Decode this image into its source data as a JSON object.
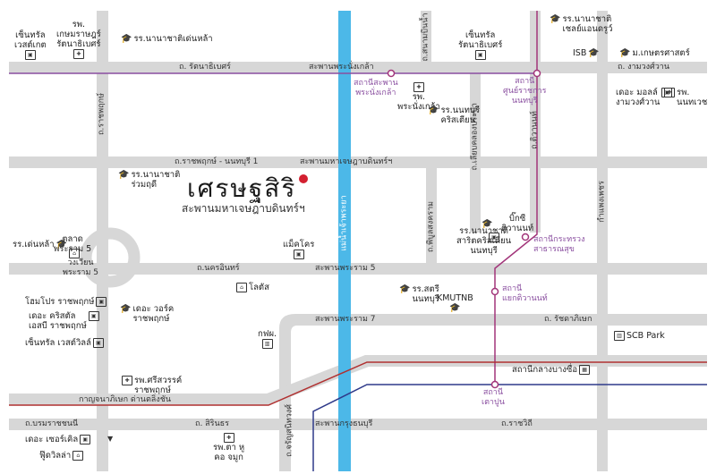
{
  "brand": {
    "name": "เศรษฐสิริ",
    "subtitle": "สะพานมหาเจษฎาบดินทร์ฯ",
    "dot_color": "#d32030"
  },
  "colors": {
    "road": "#d7d7d7",
    "river": "#4cb8e8",
    "purple_line": "#8a4fa0",
    "pink_line": "#a2357a",
    "red_line": "#b03030",
    "blue_line": "#2f3a8a"
  },
  "roads": {
    "rattanathibet": "ถ. รัตนาธิเบศร์",
    "phra_nang_klao_bridge": "สะพานพระนั่งเกล้า",
    "ngamwongwan": "ถ. งามวงศ์วาน",
    "ratchaphruek_nonthaburi1": "ถ.ราชพฤกษ์ - นนทบุรี 1",
    "maha_chesadabodin_bridge": "สะพานมหาเจษฎาบดินทร์ฯ",
    "nakhon_in": "ถ.นครอินทร์",
    "rama5_bridge": "สะพานพระราม 5",
    "rama7_bridge": "สะพานพระราม 7",
    "ratchadaphisek": "ถ. รัชดาภิเษก",
    "kanchanaphisek": "กาญจนาภิเษก ด่านตลิ่งชัน",
    "borommaratchachonnani": "ถ.บรมราชชนนี",
    "sirinthorn": "ถ. สิรินธร",
    "krungthon_bridge": "สะพานกรุงธนบุรี",
    "ratchawithi": "ถ.ราชวิถี",
    "ratchaphruek": "ถ.ราชพฤกษ์",
    "sanambinnam": "ถ.สนามบินน้ำ",
    "liap_khlong_prapa": "ถ.เลียบคลองประปา",
    "phibunsongkhram": "ถ.พิบูลสงคราม",
    "tiwanon": "ถ.ติวานนท์",
    "kamphaeng_phet": "กำแพงเพชร",
    "charan": "ถ.จรัญสนิทวงศ์",
    "rama5_circle": "วงเวียน\nพระราม 5",
    "chao_phraya_river": "แม่น้ำเจ้าพระยา"
  },
  "stations": {
    "phra_nang_klao": "สถานีสะพาน\nพระนั่งเกล้า",
    "govt_center_nonthaburi": "สถานี\nศูนย์ราชการ\nนนทบุรี",
    "ministry_of_health": "สถานีกระทรวง\nสาธารณสุข",
    "khae_tiwanon": "สถานี\nแยกติวานนท์",
    "bang_sue_central": "สถานีกลางบางซื่อ",
    "tao_poon": "สถานี\nเตาปูน"
  },
  "pois": [
    {
      "id": "central-westgate",
      "label": "เซ็นทรัล\nเวสต์เกต",
      "icon": "mall"
    },
    {
      "id": "kasemrad",
      "label": "รพ.\nเกษมราษฎร์\nรัตนาธิเบศร์",
      "icon": "hospital"
    },
    {
      "id": "nanachat-denla-top",
      "label": "รร.นานาชาติเด่นหล้า",
      "icon": "school"
    },
    {
      "id": "central-rattanathibet",
      "label": "เซ็นทรัล\nรัตนาธิเบศร์",
      "icon": "mall"
    },
    {
      "id": "shrewsbury",
      "label": "รร.นานาชาติ\nเชลย์แอนดรูว์",
      "icon": "school"
    },
    {
      "id": "kasetsart",
      "label": "ม.เกษตรศาสตร์",
      "icon": "school"
    },
    {
      "id": "isb",
      "label": "ISB",
      "icon": "school"
    },
    {
      "id": "mall-ngamwongwan",
      "label": "เดอะ มอลล์\nงามวงศ์วาน",
      "icon": "mall"
    },
    {
      "id": "nonthavej",
      "label": "รพ.\nนนทเวช",
      "icon": "hospital"
    },
    {
      "id": "phranangklao-hosp",
      "label": "รพ.\nพระนั่งเกล้า",
      "icon": "hospital"
    },
    {
      "id": "nonthaburi-christian",
      "label": "รร.นนทบุรี\nคริสเตียน",
      "icon": "school"
    },
    {
      "id": "ruamrudee",
      "label": "รร.นานาชาติ\nร่วมฤดี",
      "icon": "school"
    },
    {
      "id": "sarasas",
      "label": "รร.นานาชาติ\nสาริตคริสเตียน\nนนทบุรี",
      "icon": "school"
    },
    {
      "id": "big-c-tiwanon",
      "label": "บิ๊กซี\nติวานนท์",
      "icon": "mall"
    },
    {
      "id": "denla-left",
      "label": "รร.เด่นหล้า",
      "icon": "school"
    },
    {
      "id": "talad-rama5",
      "label": "ตลาด\nพระราม 5",
      "icon": "market"
    },
    {
      "id": "makro",
      "label": "แม็คโคร",
      "icon": "mall"
    },
    {
      "id": "lotus",
      "label": "โลตัส",
      "icon": "market"
    },
    {
      "id": "homepro",
      "label": "โฮมโปร ราชพฤกษ์",
      "icon": "mall"
    },
    {
      "id": "crystal",
      "label": "เดอะ คริสตัล\nเอสบี ราชพฤกษ์",
      "icon": "mall"
    },
    {
      "id": "world-ratchaphruek",
      "label": "เดอะ วอร์ค\nราชพฤกษ์",
      "icon": "school"
    },
    {
      "id": "central-westville",
      "label": "เซ็นทรัล เวสต์วิลล์",
      "icon": "mall"
    },
    {
      "id": "satree-nonthaburi",
      "label": "รร.สตรี\nนนทบุรี",
      "icon": "school"
    },
    {
      "id": "kmutnb",
      "label": "KMUTNB",
      "icon": "school"
    },
    {
      "id": "kofo",
      "label": "กฟผ.",
      "icon": "building"
    },
    {
      "id": "scb-park",
      "label": "SCB Park",
      "icon": "building"
    },
    {
      "id": "sriwarin",
      "label": "รพ.ศรีสวรรค์\nราชพฤกษ์",
      "icon": "hospital"
    },
    {
      "id": "circle-ratchaphruek",
      "label": "เดอะ เซอร์เคิล",
      "icon": "mall"
    },
    {
      "id": "future-villa",
      "label": "ฟู๊ดวิลล่า",
      "icon": "market"
    },
    {
      "id": "yanhee",
      "label": "รพ.ตา หู\nคอ จมูก",
      "icon": "hospital"
    }
  ]
}
